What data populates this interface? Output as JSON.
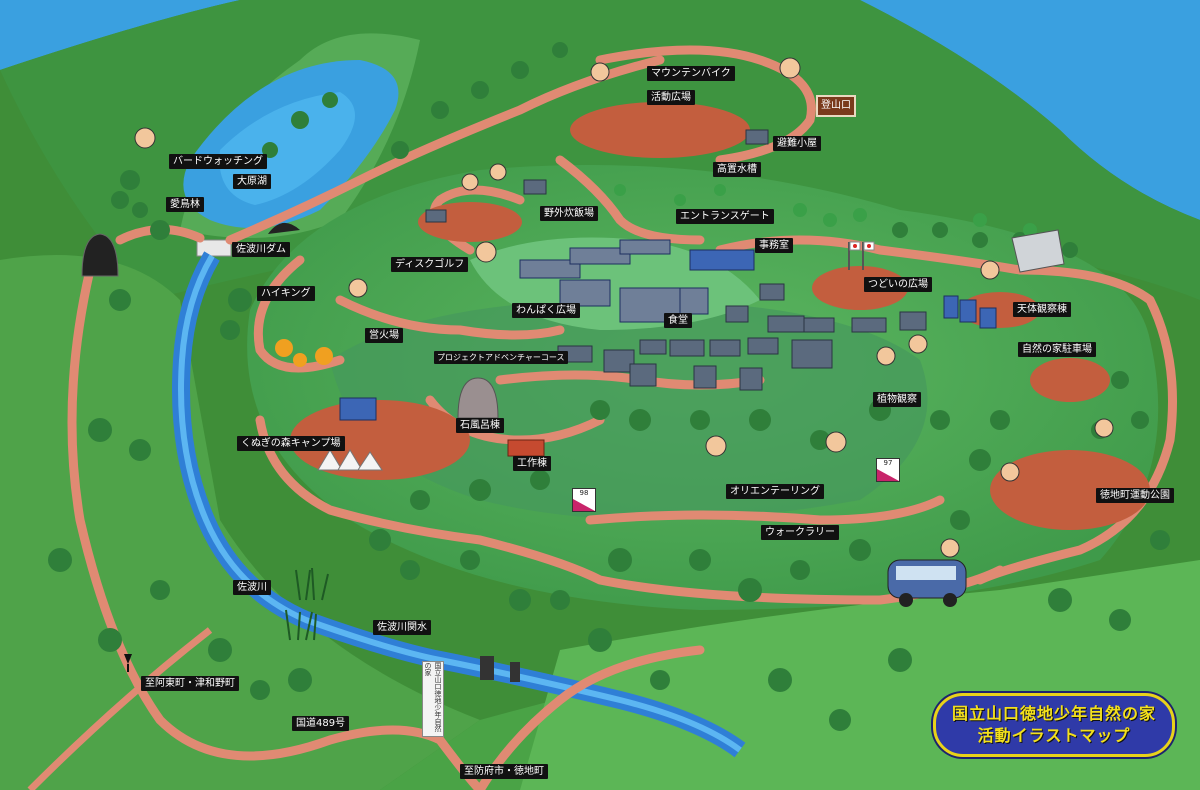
{
  "title": {
    "line1": "国立山口徳地少年自然の家",
    "line2": "活動イラストマップ"
  },
  "labels": {
    "mountain_bike": "マウンテンバイク",
    "activity_plaza": "活動広場",
    "shelter_hut": "避難小屋",
    "water_tank": "高置水槽",
    "bird_watching": "バードウォッチング",
    "ohara_lake": "大原湖",
    "bird_forest": "愛鳥林",
    "outdoor_kitchen": "野外炊飯場",
    "entrance_gate": "エントランスゲート",
    "office": "事務室",
    "sabagawa_dam": "佐波川ダム",
    "disc_golf": "ディスクゴルフ",
    "tsudoi_plaza": "つどいの広場",
    "wanpaku_plaza": "わんぱく広場",
    "hiking": "ハイキング",
    "dining_hall": "食堂",
    "observatory": "天体観察棟",
    "campfire": "営火場",
    "adventure_course": "プロジェクトアドベンチャーコース",
    "family_parking": "自然の家駐車場",
    "stone_bath": "石風呂棟",
    "plant_observation": "植物観察",
    "kunugi_camp": "くぬぎの森キャンプ場",
    "workshop": "工作棟",
    "orienteering": "オリエンテーリング",
    "tokuji_park": "徳地町運動公園",
    "walk_rally": "ウォークラリー",
    "sabagawa": "佐波川",
    "sabagawa_weir": "佐波川関水",
    "to_atou": "至阿東町・津和野町",
    "route489": "国道489号",
    "to_hofu": "至防府市・徳地町"
  },
  "checkpoints": {
    "cp97": "97",
    "cp98": "98"
  },
  "signs": {
    "trailhead": "登山口",
    "roadside": "国立山口徳地少年自然の家"
  },
  "colors": {
    "road": "#e08a73",
    "river": "#2f7fd6",
    "grass": "#63b356",
    "hill_dark": "#3f8a3a",
    "sky": "#3aa0e0",
    "badge_bg": "#2f3aa8",
    "badge_text": "#f3e01c"
  }
}
